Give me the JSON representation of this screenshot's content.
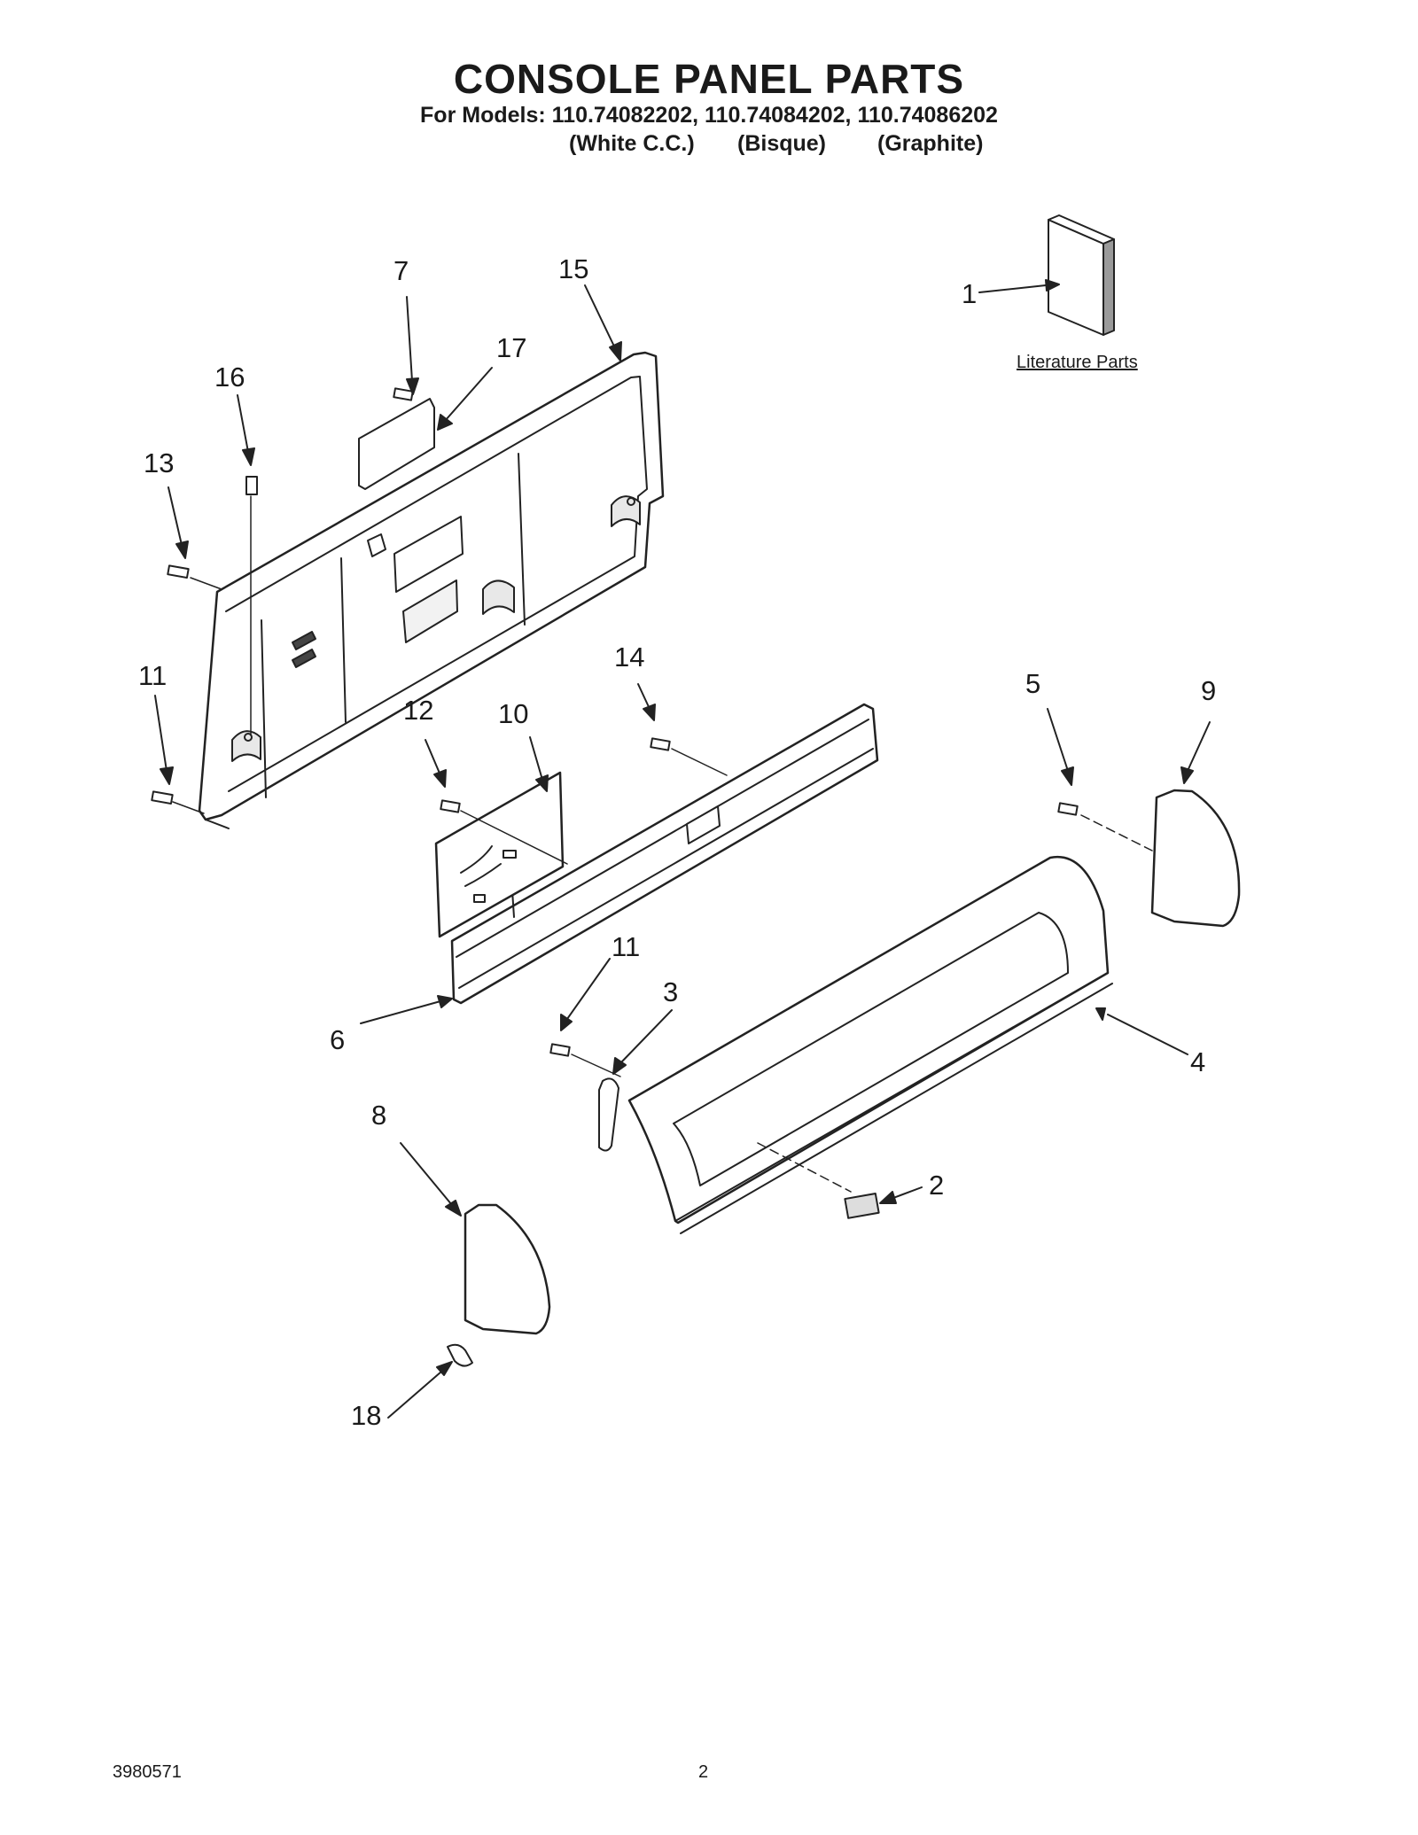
{
  "header": {
    "title": "CONSOLE PANEL PARTS",
    "models": "For Models: 110.74082202, 110.74084202, 110.74086202",
    "variants": [
      "(White C.C.)",
      "(Bisque)",
      "(Graphite)"
    ]
  },
  "literature_label": "Literature Parts",
  "callouts": [
    "1",
    "2",
    "3",
    "4",
    "5",
    "6",
    "7",
    "8",
    "9",
    "10",
    "11",
    "11",
    "12",
    "13",
    "14",
    "15",
    "16",
    "17",
    "18"
  ],
  "footer": {
    "doc_number": "3980571",
    "page_number": "2"
  }
}
